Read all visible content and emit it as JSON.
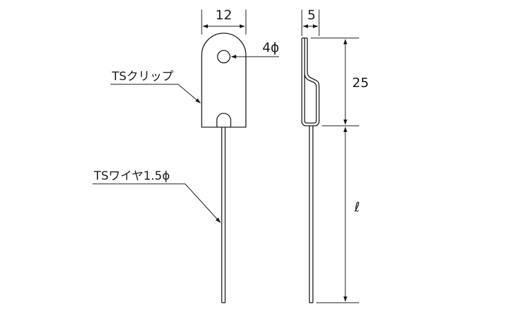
{
  "labels": {
    "clip": "TSクリップ",
    "wire": "TSワイヤ1.5ϕ"
  },
  "dimensions": {
    "clip_width": "12",
    "hole": "4ϕ",
    "side_thickness": "5",
    "clip_height": "25",
    "wire_length": "ℓ"
  }
}
